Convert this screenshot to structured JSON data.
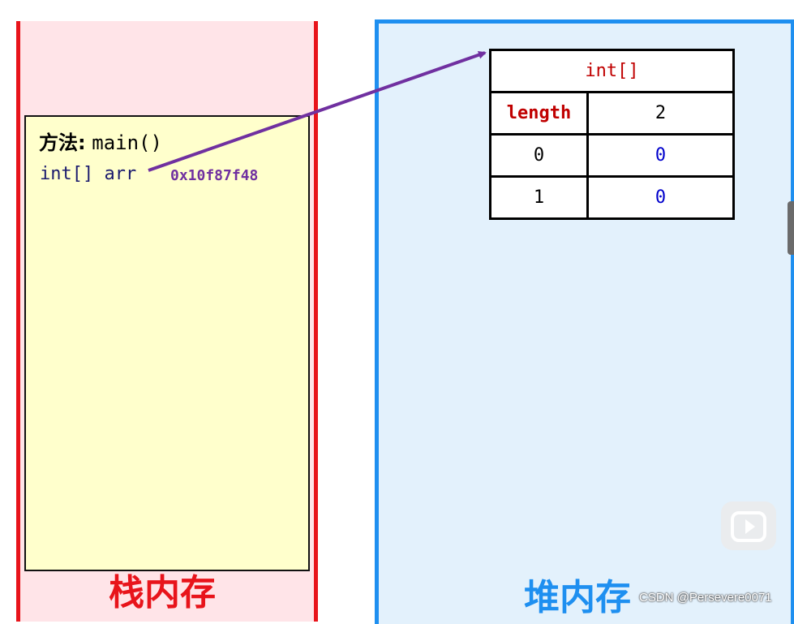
{
  "stack": {
    "method_prefix": "方法:",
    "method_name": "main()",
    "variable_decl": "int[] arr",
    "variable_value": "0x10f87f48",
    "label": "栈内存"
  },
  "heap": {
    "label": "堆内存",
    "array": {
      "type": "int[]",
      "length_key": "length",
      "length_value": "2",
      "rows": [
        {
          "index": "0",
          "value": "0"
        },
        {
          "index": "1",
          "value": "0"
        }
      ]
    }
  },
  "watermark": "CSDN @Persevere0071",
  "colors": {
    "stack_border": "#e8141b",
    "stack_bg": "#ffe4e8",
    "frame_bg": "#ffffcc",
    "heap_border": "#1e8ff0",
    "heap_bg": "#e3f1fc",
    "arrow": "#7030a0",
    "type_text": "#c00000",
    "element_value": "#0000cc"
  },
  "icons": {
    "video_widget": "play-icon"
  }
}
